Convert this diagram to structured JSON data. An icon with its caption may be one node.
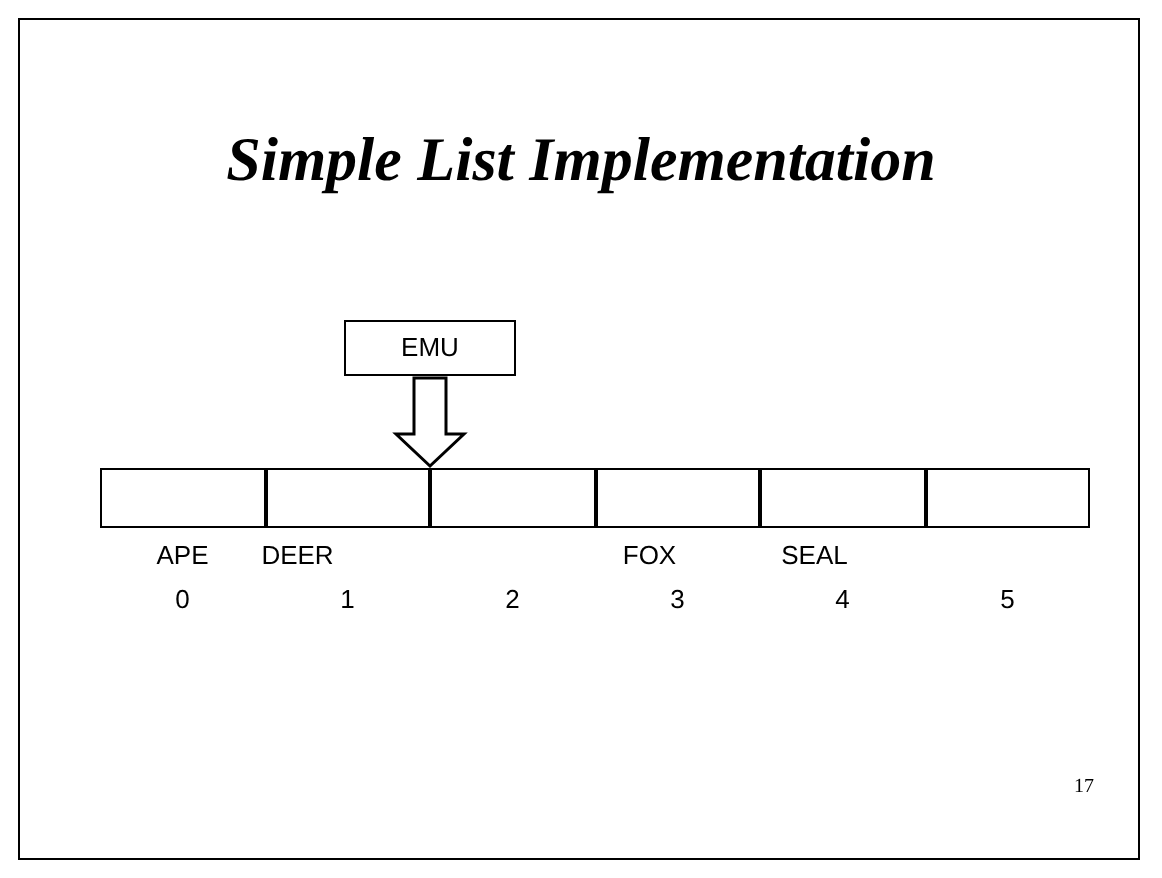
{
  "diagram": {
    "title": "Simple List Implementation",
    "nodes": [
      {
        "text": [
          "EMU"
        ]
      },
      {
        "text": [
          "APE"
        ],
        "beside": [
          "0"
        ]
      },
      {
        "text": [
          "DEER"
        ],
        "beside": [
          "1"
        ]
      },
      {
        "text": [],
        "shape": "box",
        "beside": [
          "2"
        ]
      },
      {
        "text": [
          "FOX"
        ],
        "beside": [
          "3"
        ]
      },
      {
        "text": [
          "SEAL"
        ],
        "beside": [
          "4"
        ]
      },
      {
        "text": [],
        "shape": "box",
        "beside": [
          "5"
        ]
      }
    ],
    "edges": [
      {
        "from": 0,
        "to": 3,
        "arrow": "to"
      }
    ],
    "labels": [
      "17"
    ]
  }
}
